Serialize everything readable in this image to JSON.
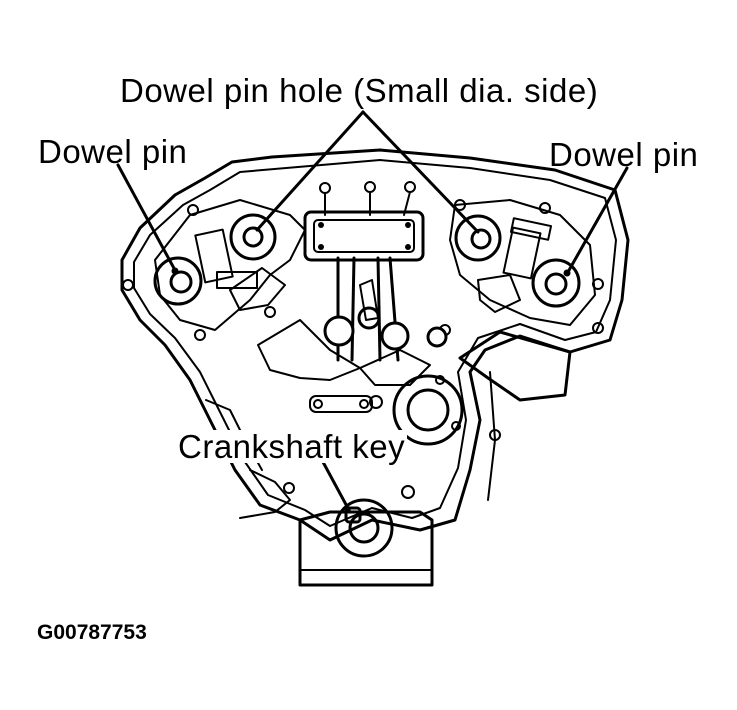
{
  "labels": {
    "dowel_pin_hole": "Dowel pin hole (Small dia. side)",
    "dowel_pin_left": "Dowel pin",
    "dowel_pin_right": "Dowel pin",
    "crankshaft_key": "Crankshaft key",
    "figure_id": "G00787753"
  },
  "colors": {
    "line": "#000000",
    "background": "#ffffff"
  }
}
